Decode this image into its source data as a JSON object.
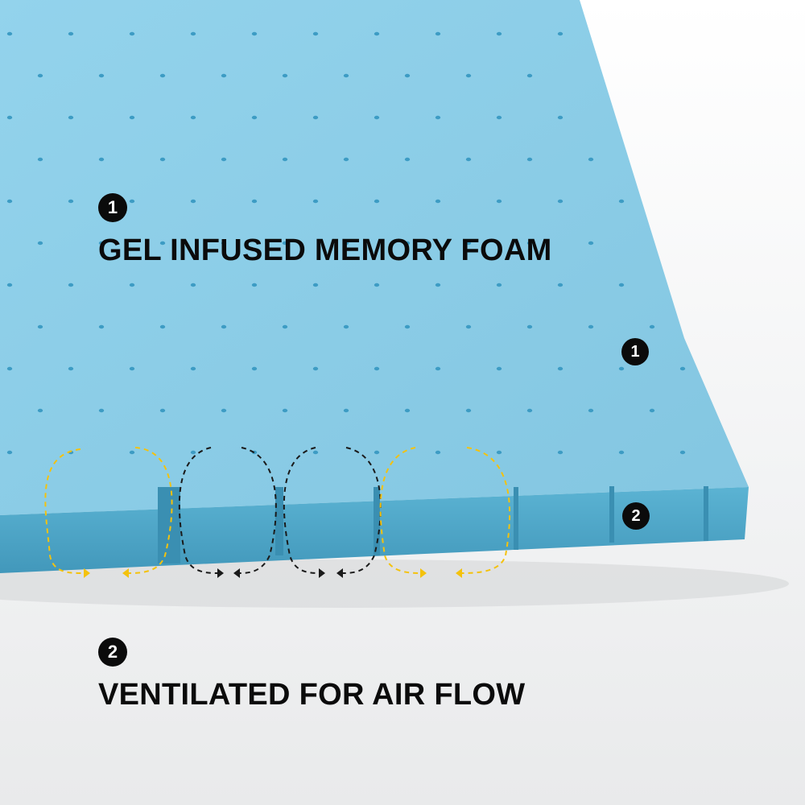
{
  "colors": {
    "foam_top": "#8ecfe8",
    "foam_edge": "#4fa8c8",
    "pore": "#3d9cc4",
    "arrow_yellow": "#f4c20d",
    "arrow_black": "#1a1a1a",
    "badge": "#0b0b0b"
  },
  "features": [
    {
      "number": "1",
      "title": "GEL INFUSED MEMORY FOAM"
    },
    {
      "number": "2",
      "title": "VENTILATED FOR AIR FLOW"
    }
  ],
  "markers": [
    {
      "number": "1"
    },
    {
      "number": "2"
    }
  ]
}
